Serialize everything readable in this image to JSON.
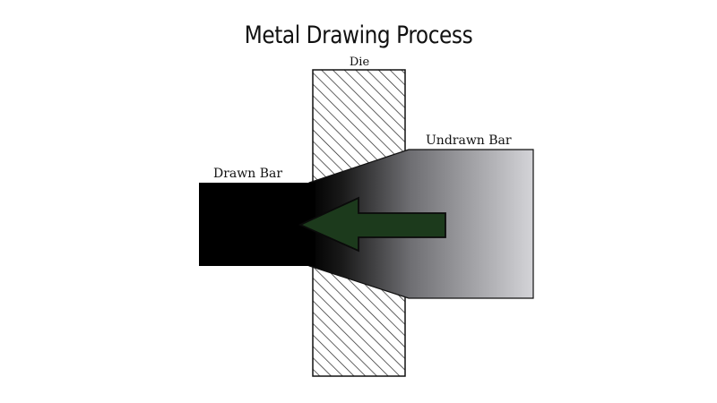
{
  "title": "Metal Drawing Process",
  "labels": {
    "die": "Die",
    "drawn_bar": "Drawn Bar",
    "undrawn_bar": "Undrawn Bar"
  },
  "colors": {
    "drawn_bar": "#000000",
    "undrawn_bar_end": "#d4d4d8",
    "arrow": "#1c3a1c",
    "die_hatch": "#222222"
  },
  "icons": {
    "arrow": "left-arrow-icon"
  }
}
